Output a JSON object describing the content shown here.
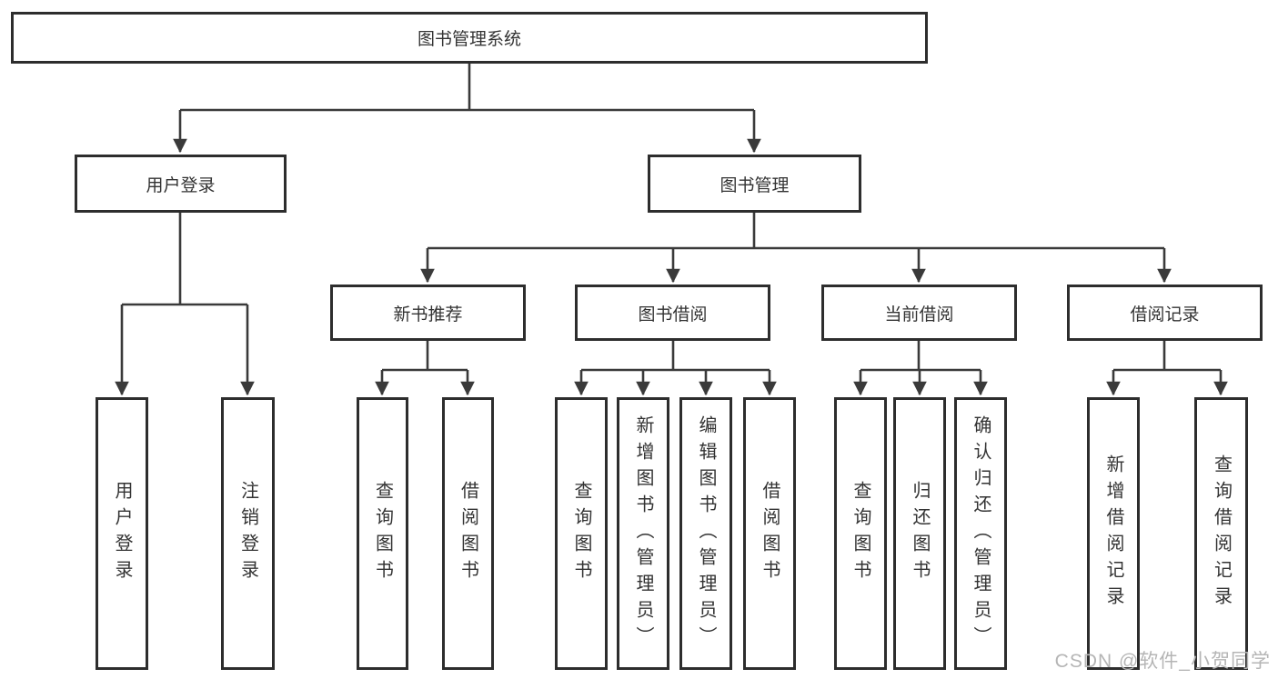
{
  "colors": {
    "line": "#3a3a3a",
    "box_border": "#2d2d2d",
    "box_fill": "#ffffff",
    "text": "#333333",
    "watermark": "#b5b5b5",
    "page_bg": "#ffffff"
  },
  "diagram": {
    "type": "tree",
    "tree": {
      "label": "图书管理系统",
      "children": [
        {
          "label": "用户登录",
          "children": [
            {
              "label": "用户登录"
            },
            {
              "label": "注销登录"
            }
          ]
        },
        {
          "label": "图书管理",
          "children": [
            {
              "label": "新书推荐",
              "children": [
                {
                  "label": "查询图书"
                },
                {
                  "label": "借阅图书"
                }
              ]
            },
            {
              "label": "图书借阅",
              "children": [
                {
                  "label": "查询图书"
                },
                {
                  "label": "新增图书（管理员）"
                },
                {
                  "label": "编辑图书（管理员）"
                },
                {
                  "label": "借阅图书"
                }
              ]
            },
            {
              "label": "当前借阅",
              "children": [
                {
                  "label": "查询图书"
                },
                {
                  "label": "归还图书"
                },
                {
                  "label": "确认归还（管理员）"
                }
              ]
            },
            {
              "label": "借阅记录",
              "children": [
                {
                  "label": "新增借阅记录"
                },
                {
                  "label": "查询借阅记录"
                }
              ]
            }
          ]
        }
      ]
    }
  },
  "watermark": {
    "text": "CSDN @软件_小贺同学"
  }
}
